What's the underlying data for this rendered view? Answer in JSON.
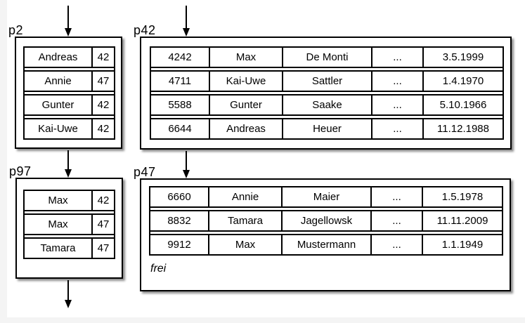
{
  "diagram": {
    "description": "index-and-data-page-diagram",
    "colors": {
      "line": "#000000",
      "background": "#ffffff",
      "margin_edge": "#f4f4f4"
    },
    "pages": {
      "p2": {
        "label": "p2",
        "rows": [
          [
            "Andreas",
            "42"
          ],
          [
            "Annie",
            "47"
          ],
          [
            "Gunter",
            "42"
          ],
          [
            "Kai-Uwe",
            "42"
          ]
        ]
      },
      "p42": {
        "label": "p42",
        "rows": [
          [
            "4242",
            "Max",
            "De Monti",
            "...",
            "3.5.1999"
          ],
          [
            "4711",
            "Kai-Uwe",
            "Sattler",
            "...",
            "1.4.1970"
          ],
          [
            "5588",
            "Gunter",
            "Saake",
            "...",
            "5.10.1966"
          ],
          [
            "6644",
            "Andreas",
            "Heuer",
            "...",
            "11.12.1988"
          ]
        ]
      },
      "p97": {
        "label": "p97",
        "rows": [
          [
            "Max",
            "42"
          ],
          [
            "Max",
            "47"
          ],
          [
            "Tamara",
            "47"
          ]
        ]
      },
      "p47": {
        "label": "p47",
        "rows": [
          [
            "6660",
            "Annie",
            "Maier",
            "...",
            "1.5.1978"
          ],
          [
            "8832",
            "Tamara",
            "Jagellowsk",
            "...",
            "11.11.2009"
          ],
          [
            "9912",
            "Max",
            "Mustermann",
            "...",
            "1.1.1949"
          ]
        ],
        "free_label": "frei"
      }
    },
    "arrows": [
      {
        "name": "arrow-into-p2",
        "from": "above",
        "to": "p2"
      },
      {
        "name": "arrow-into-p42",
        "from": "above",
        "to": "p42"
      },
      {
        "name": "arrow-p2-to-p97",
        "from": "p2",
        "to": "p97"
      },
      {
        "name": "arrow-p42-to-p47",
        "from": "p42",
        "to": "p47"
      },
      {
        "name": "arrow-p97-down",
        "from": "p97",
        "to": "below"
      }
    ]
  }
}
